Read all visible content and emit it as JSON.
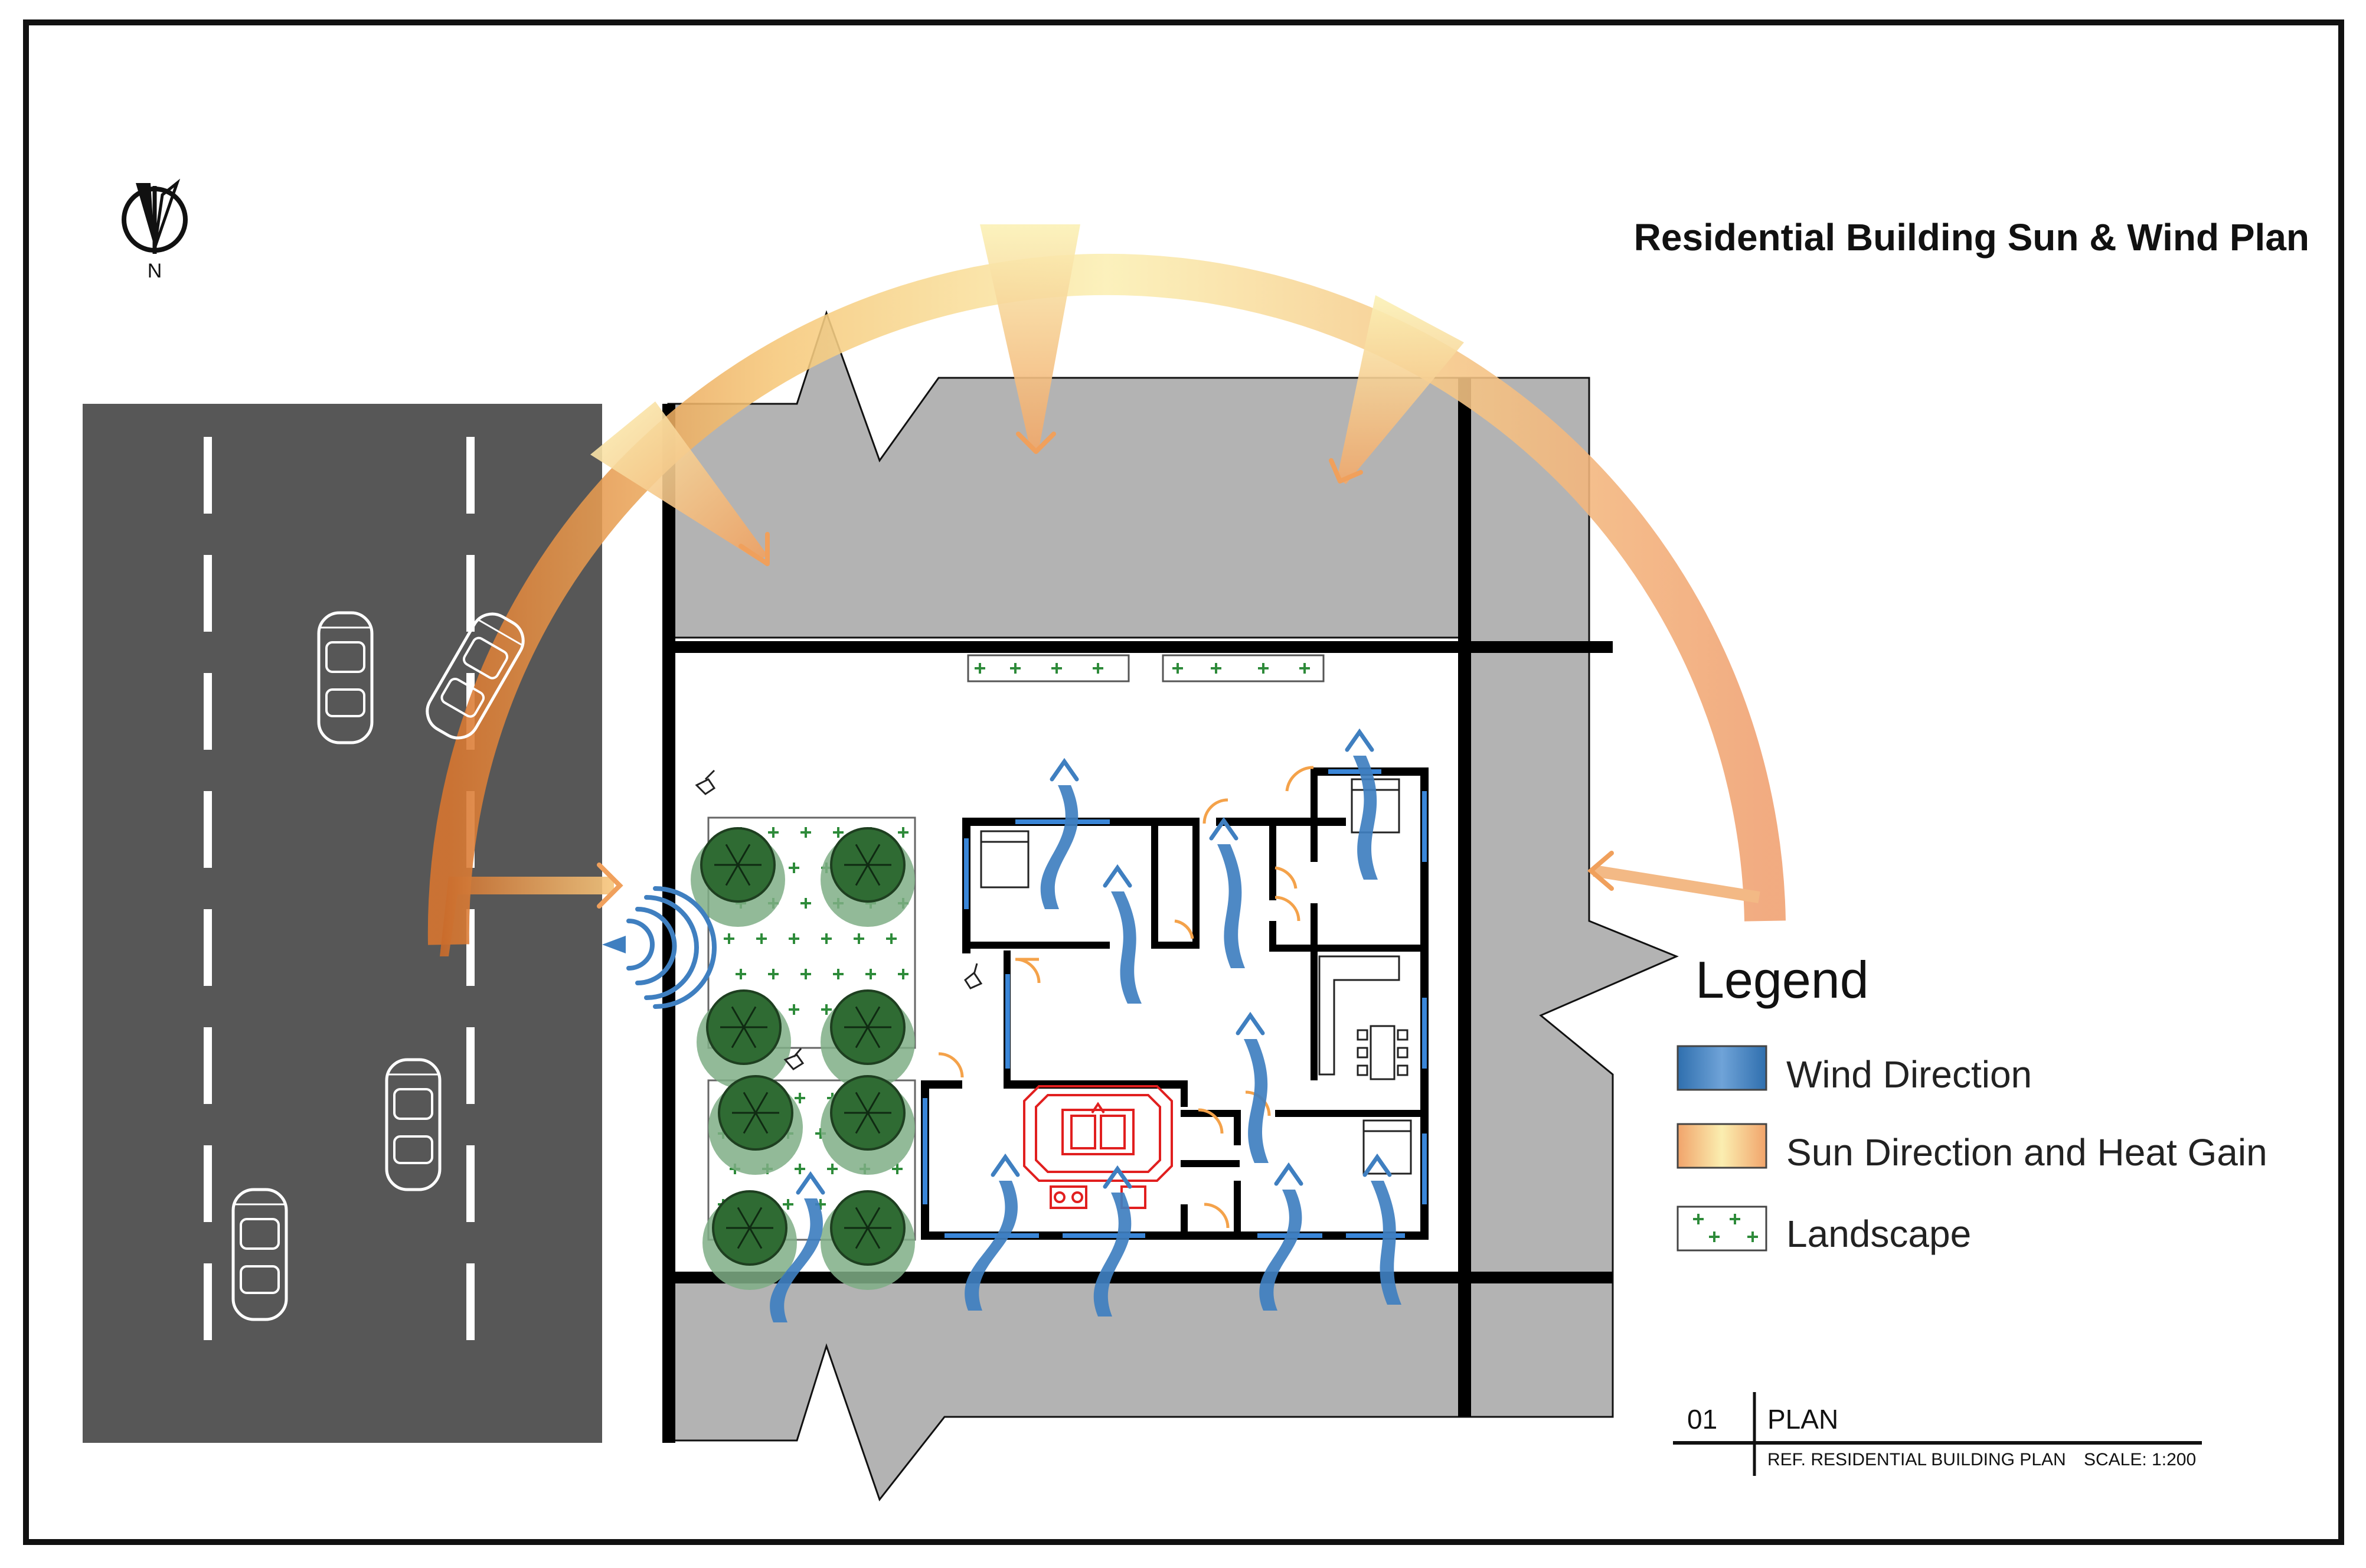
{
  "title": "Residential Building Sun & Wind Plan",
  "north_label": "N",
  "legend": {
    "heading": "Legend",
    "items": [
      {
        "label": "Wind Direction",
        "swatch": "wind",
        "color": "#3f7fc0"
      },
      {
        "label": "Sun Direction and Heat Gain",
        "swatch": "sun",
        "color": "#f2a35a"
      },
      {
        "label": "Landscape",
        "swatch": "landscape",
        "color": "#2e8b3a"
      }
    ]
  },
  "title_block": {
    "number": "01",
    "name": "PLAN",
    "ref": "REF. RESIDENTIAL BUILDING PLAN",
    "scale": "SCALE: 1:200"
  },
  "colors": {
    "road": "#575757",
    "neighbor_lots": "#b3b3b3",
    "wall": "#000000",
    "window": "#3a86d8",
    "door": "#f4a24a",
    "tree": "#2f6b33",
    "tree_bg": "#7fae86",
    "furniture": "#e11f1f",
    "wind": "#3f7fc0",
    "sun_warm": "#f0a05c",
    "sun_light": "#fbf0b0"
  }
}
